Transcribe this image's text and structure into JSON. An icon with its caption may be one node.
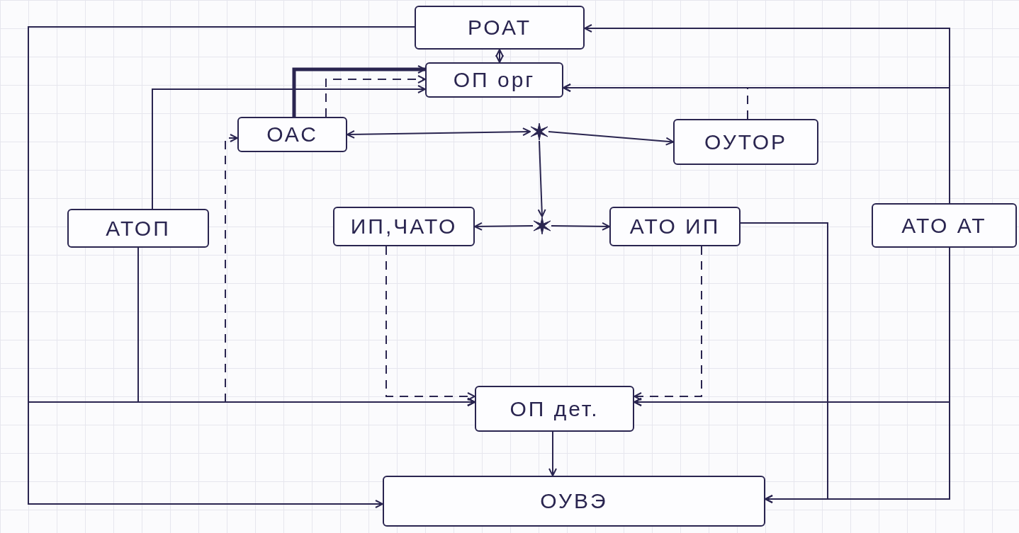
{
  "diagram": {
    "nodes": [
      {
        "text": [
          "РОАТ"
        ]
      },
      {
        "text": [
          "ОП орг"
        ]
      },
      {
        "text": [
          "ОАС"
        ]
      },
      {
        "text": [
          "ОУТОР"
        ]
      },
      {
        "text": [
          "АТОП"
        ]
      },
      {
        "text": [
          "ИП,ЧАТО"
        ]
      },
      {
        "text": [
          "АТО ИП"
        ]
      },
      {
        "text": [
          "АТО АТ"
        ]
      },
      {
        "text": [
          "ОП дет."
        ]
      },
      {
        "text": [
          "ОУВЭ"
        ]
      },
      {
        "text": [],
        "shape": "star"
      },
      {
        "text": [],
        "shape": "star"
      }
    ],
    "edges": [
      {
        "from": 0,
        "to": 8,
        "arrow": "to"
      },
      {
        "from": 0,
        "to": 9,
        "arrow": "to"
      },
      {
        "from": 4,
        "to": 1,
        "arrow": "to"
      },
      {
        "from": 4,
        "to": 8,
        "arrow": "to"
      },
      {
        "from": 2,
        "to": 8,
        "arrow": "both",
        "style": "dashed"
      },
      {
        "from": 2,
        "to": 1,
        "arrow": "to",
        "style": "thick"
      },
      {
        "from": 2,
        "to": 1,
        "arrow": "to",
        "style": "dashed"
      },
      {
        "from": 2,
        "to": 10,
        "arrow": "both"
      },
      {
        "from": 10,
        "to": 3,
        "arrow": "to"
      },
      {
        "from": 10,
        "to": 11,
        "arrow": "to"
      },
      {
        "from": 11,
        "to": 5,
        "arrow": "to"
      },
      {
        "from": 11,
        "to": 6,
        "arrow": "to"
      },
      {
        "from": 3,
        "to": 1,
        "arrow": "to",
        "style": "dashed"
      },
      {
        "from": 7,
        "to": 1,
        "arrow": "to"
      },
      {
        "from": 7,
        "to": 0,
        "arrow": "to"
      },
      {
        "from": 7,
        "to": 8,
        "arrow": "to"
      },
      {
        "from": 7,
        "to": 9,
        "arrow": "to"
      },
      {
        "from": 6,
        "to": 8,
        "arrow": "to"
      },
      {
        "from": 6,
        "to": 9,
        "arrow": "to"
      },
      {
        "from": 6,
        "to": 8,
        "arrow": "to",
        "style": "dashed"
      },
      {
        "from": 5,
        "to": 8,
        "arrow": "to",
        "style": "dashed"
      },
      {
        "from": 8,
        "to": 9,
        "arrow": "to"
      },
      {
        "from": 0,
        "to": 1,
        "arrow": "both"
      }
    ]
  }
}
